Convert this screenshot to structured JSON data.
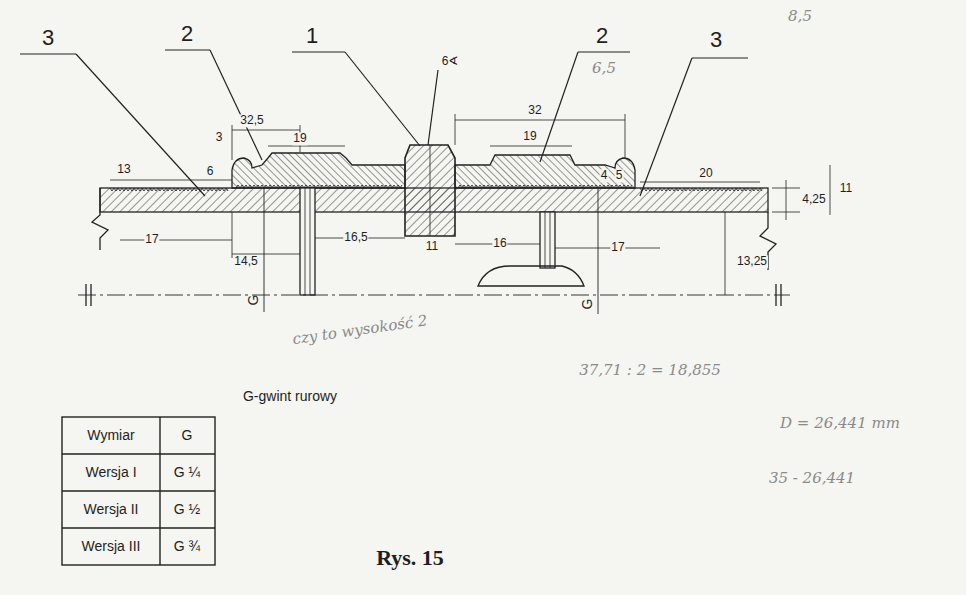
{
  "diagram": {
    "caption": "Rys. 15",
    "labels": [
      "3",
      "2",
      "1",
      "2",
      "3",
      "6∢",
      "32,5",
      "19",
      "3",
      "6",
      "13",
      "32",
      "19",
      "6,5",
      "4",
      "5",
      "20",
      "4,25",
      "11",
      "17",
      "14,5",
      "16,5",
      "11",
      "16",
      "17",
      "13,25",
      "G",
      "G",
      "G-gwint rurowy",
      "8,5",
      "czy to wysokość 2",
      "37,71 : 2 = 18,855",
      "D = 26,441 mm",
      "35 - 26,441",
      "Wymiar",
      "G",
      "Wersja I",
      "G ¼",
      "Wersja II",
      "G ½",
      "Wersja III",
      "G ¾"
    ]
  }
}
